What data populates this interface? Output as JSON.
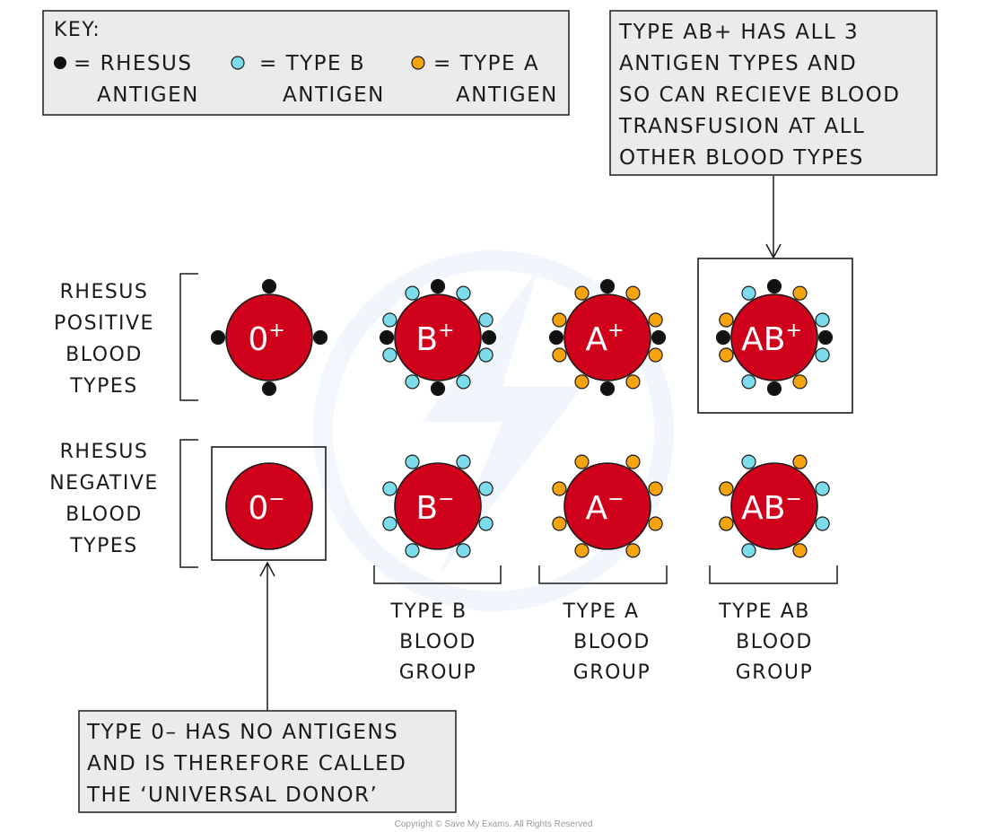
{
  "key": {
    "title": "KEY:",
    "items": [
      {
        "symbol": "rhesus",
        "line1": "= RHESUS",
        "line2": "ANTIGEN"
      },
      {
        "symbol": "type_b",
        "line1": "= TYPE B",
        "line2": "ANTIGEN"
      },
      {
        "symbol": "type_a",
        "line1": "= TYPE A",
        "line2": "ANTIGEN"
      }
    ]
  },
  "colors": {
    "cell": "#d0021b",
    "rhesus": "#111111",
    "type_b": "#7ddcec",
    "type_a": "#f5a40f",
    "box_fill": "#ebebeb"
  },
  "ab_note": {
    "lines": [
      "TYPE AB+ HAS ALL 3",
      "ANTIGEN TYPES AND",
      "SO CAN RECIEVE BLOOD",
      "TRANSFUSION AT  ALL",
      "OTHER BLOOD TYPES"
    ]
  },
  "o_note": {
    "lines": [
      "TYPE 0– HAS NO ANTIGENS",
      "AND IS THEREFORE CALLED",
      "THE ‘UNIVERSAL DONOR’"
    ]
  },
  "row_labels": {
    "positive": [
      "RHESUS",
      "POSITIVE",
      "BLOOD",
      "TYPES"
    ],
    "negative": [
      "RHESUS",
      "NEGATIVE",
      "BLOOD",
      "TYPES"
    ]
  },
  "cells": [
    {
      "base": "0",
      "sign": "+",
      "b": false,
      "a": false,
      "rh": true
    },
    {
      "base": "B",
      "sign": "+",
      "b": true,
      "a": false,
      "rh": true
    },
    {
      "base": "A",
      "sign": "+",
      "b": false,
      "a": true,
      "rh": true
    },
    {
      "base": "AB",
      "sign": "+",
      "b": true,
      "a": true,
      "rh": true
    },
    {
      "base": "0",
      "sign": "−",
      "b": false,
      "a": false,
      "rh": false
    },
    {
      "base": "B",
      "sign": "−",
      "b": true,
      "a": false,
      "rh": false
    },
    {
      "base": "A",
      "sign": "−",
      "b": false,
      "a": true,
      "rh": false
    },
    {
      "base": "AB",
      "sign": "−",
      "b": true,
      "a": true,
      "rh": false
    }
  ],
  "groups": [
    [
      "TYPE  B",
      "BLOOD",
      "GROUP"
    ],
    [
      "TYPE  A",
      "BLOOD",
      "GROUP"
    ],
    [
      "TYPE  AB",
      "BLOOD",
      "GROUP"
    ]
  ],
  "copyright": "Copyright © Save My Exams. All Rights Reserved"
}
